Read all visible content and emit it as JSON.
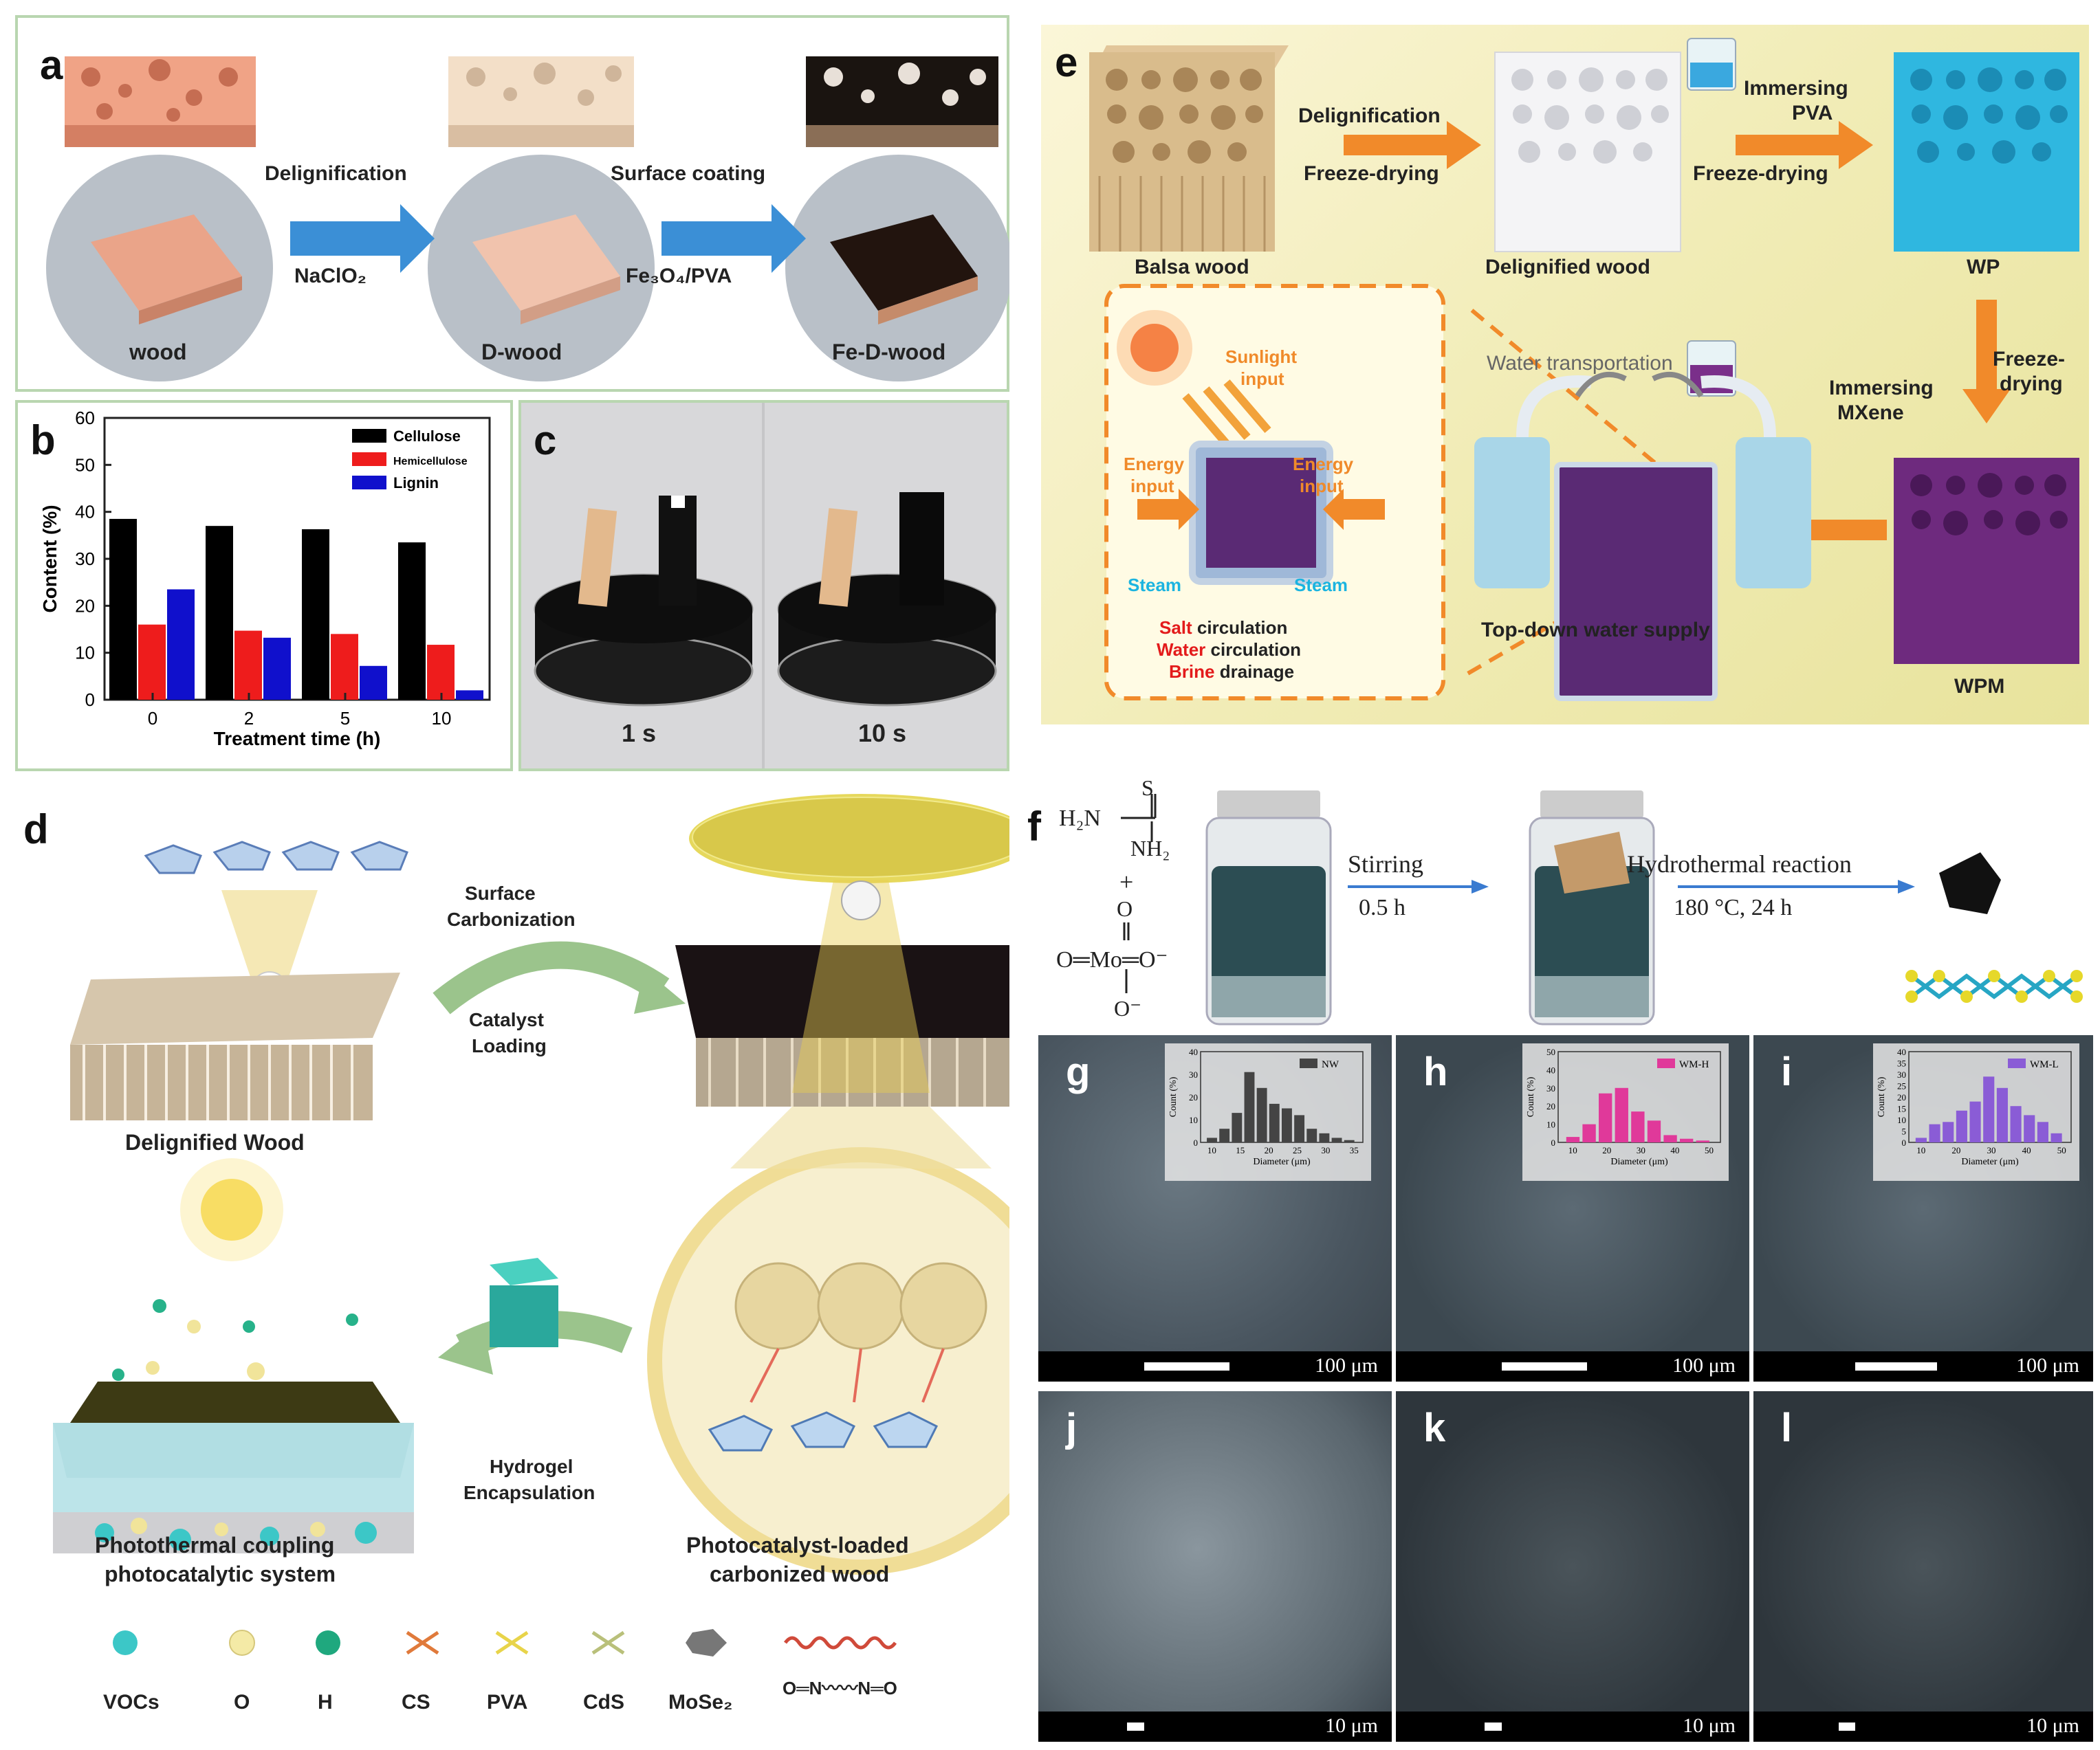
{
  "panel_a": {
    "letter": "a",
    "labels": [
      "wood",
      "D-wood",
      "Fe-D-wood"
    ],
    "step1_top": "Delignification",
    "step1_bottom": "NaClO₂",
    "step2_top": "Surface coating",
    "step2_bottom": "Fe₃O₄/PVA",
    "colors": {
      "wood": "#e9a68a",
      "dwood": "#efd7c3",
      "fedwood": "#1a0e0a",
      "arrow": "#3b8fd6"
    }
  },
  "panel_b": {
    "letter": "b",
    "chart_data": {
      "type": "bar",
      "categories": [
        "0",
        "2",
        "5",
        "10"
      ],
      "series": [
        {
          "name": "Cellulose",
          "values": [
            38.5,
            37,
            36.3,
            33.5
          ],
          "color": "#000000"
        },
        {
          "name": "Hemicellulose",
          "values": [
            16,
            14.7,
            14,
            11.7
          ],
          "color": "#ee1c1c"
        },
        {
          "name": "Lignin",
          "values": [
            23.5,
            13.2,
            7.2,
            2
          ],
          "color": "#1010cc"
        }
      ],
      "xlabel": "Treatment time (h)",
      "ylabel": "Content (%)",
      "ylim": [
        0,
        60
      ],
      "yticks": [
        0,
        10,
        20,
        30,
        40,
        50,
        60
      ],
      "legend": "top-right"
    }
  },
  "panel_c": {
    "letter": "c",
    "labels": [
      "1 s",
      "10 s"
    ]
  },
  "panel_d": {
    "letter": "d",
    "delignified": "Delignified Wood",
    "step1_top": "Surface",
    "step1_mid": "Carbonization",
    "step1_c1": "Catalyst",
    "step1_c2": "Loading",
    "step2_1": "Hydrogel",
    "step2_2": "Encapsulation",
    "photothermal_1": "Photothermal coupling",
    "photothermal_2": "photocatalytic system",
    "photocat_1": "Photocatalyst-loaded",
    "photocat_2": "carbonized wood",
    "legend": [
      "VOCs",
      "O",
      "H",
      "CS",
      "PVA",
      "CdS",
      "MoSe₂"
    ],
    "legend_formula": "O═N〰〰N═O"
  },
  "panel_e": {
    "letter": "e",
    "balsa": "Balsa wood",
    "delig_wood": "Delignified wood",
    "wp": "WP",
    "wpm": "WPM",
    "step1_top": "Delignification",
    "step1_bottom": "Freeze-drying",
    "step2_top_1": "Immersing",
    "step2_top_2": "PVA",
    "step2_bottom": "Freeze-drying",
    "step3_1": "Immersing",
    "step3_2": "MXene",
    "step3_r1": "Freeze-",
    "step3_r2": "drying",
    "water_transport": "Water transportation",
    "topdown": "Top-down water supply",
    "sunlight_1": "Sunlight",
    "sunlight_2": "input",
    "energy_l1": "Energy",
    "energy_l2": "input",
    "energy_r1": "Energy",
    "energy_r2": "input",
    "steam_l": "Steam",
    "steam_r": "Steam",
    "salt_a": "Salt",
    "salt_b": " circulation",
    "water_a": "Water",
    "water_b": " circulation",
    "brine_a": "Brine",
    "brine_b": " drainage"
  },
  "panel_f": {
    "letter": "f",
    "thiourea_h2n": "H₂N",
    "thiourea_s": "S",
    "thiourea_nh2": "NH₂",
    "plus": "+",
    "mo_o": "O",
    "mo_line": "O═Mo═O⁻",
    "mo_om": "O⁻",
    "step1_top": "Stirring",
    "step1_bottom": "0.5 h",
    "step2_top": "Hydrothermal reaction",
    "step2_bottom": "180 °C, 24 h"
  },
  "sem_top": [
    {
      "letter": "g",
      "scale": "100 μm",
      "legend": "NW",
      "inset": {
        "ylabel": "Count (%)",
        "xlabel": "Diameter (μm)",
        "xticks": [
          "10",
          "15",
          "20",
          "25",
          "30",
          "35"
        ],
        "yticks": [
          "0",
          "10",
          "20",
          "30",
          "40"
        ],
        "ymax": 40,
        "values": [
          2,
          6,
          13,
          31,
          24,
          17,
          15,
          12,
          6,
          4,
          2,
          1
        ],
        "color": "#444444"
      }
    },
    {
      "letter": "h",
      "scale": "100 μm",
      "legend": "WM-H",
      "inset": {
        "ylabel": "Count (%)",
        "xlabel": "Diameter (μm)",
        "xticks": [
          "10",
          "20",
          "30",
          "40",
          "50"
        ],
        "yticks": [
          "0",
          "10",
          "20",
          "30",
          "40",
          "50"
        ],
        "ymax": 50,
        "values": [
          3,
          10,
          27,
          30,
          17,
          12,
          4,
          2,
          1
        ],
        "color": "#e0399a"
      }
    },
    {
      "letter": "i",
      "scale": "100 μm",
      "legend": "WM-L",
      "inset": {
        "ylabel": "Count (%)",
        "xlabel": "Diameter (μm)",
        "xticks": [
          "10",
          "20",
          "30",
          "40",
          "50"
        ],
        "yticks": [
          "0",
          "5",
          "10",
          "15",
          "20",
          "25",
          "30",
          "35",
          "40"
        ],
        "ymax": 40,
        "values": [
          2,
          8,
          9,
          14,
          18,
          29,
          24,
          16,
          12,
          9,
          4
        ],
        "color": "#8a5cd6"
      }
    }
  ],
  "sem_bottom": [
    {
      "letter": "j",
      "scale": "10 μm"
    },
    {
      "letter": "k",
      "scale": "10 μm"
    },
    {
      "letter": "l",
      "scale": "10 μm"
    }
  ]
}
